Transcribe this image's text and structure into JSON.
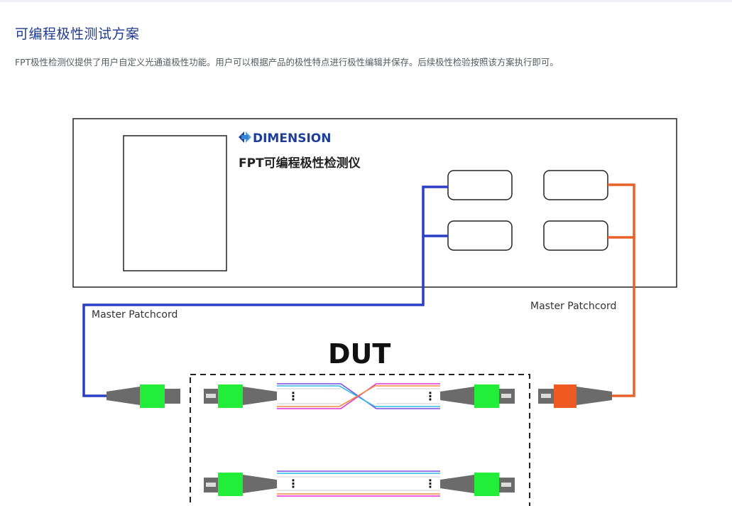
{
  "page": {
    "heading": "可编程极性测试方案",
    "description": "FPT极性检测仪提供了用户自定义光通道极性功能。用户可以根据产品的极性特点进行极性编辑并保存。后续极性检验按照该方案执行即可。"
  },
  "diagram": {
    "brand": "DIMENSION",
    "product_name": "FPT可编程极性检测仪",
    "left_cord_label": "Master Patchcord",
    "right_cord_label": "Master Patchcord",
    "dut_label": "DUT",
    "channel_dots": "⋮",
    "colors": {
      "blue_cord": "#2a3fc4",
      "orange_cord": "#e8602a",
      "connector_green": "#22ee3a",
      "connector_orange": "#ee5a22",
      "connector_body": "#6b6b6b",
      "fiber_pink": "#e030d0",
      "fiber_purple": "#7a4ae0",
      "fiber_cyan": "#30b8e0",
      "fiber_orange": "#f08a40"
    },
    "icons": [
      "dimension-logo-icon"
    ]
  }
}
